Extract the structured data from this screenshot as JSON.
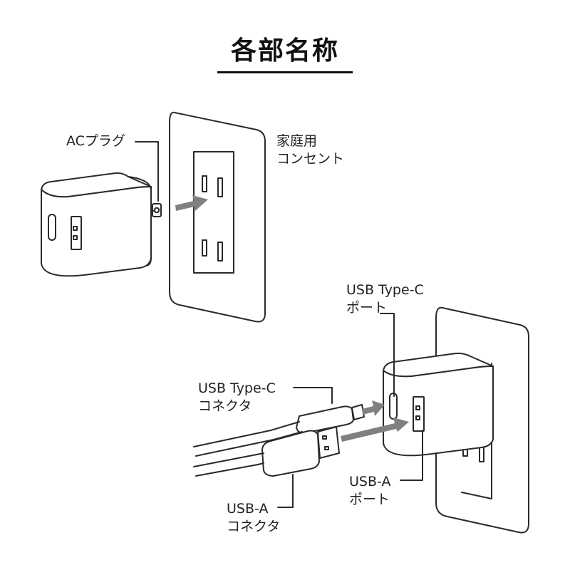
{
  "title": "各部名称",
  "labels": {
    "ac_plug": "ACプラグ",
    "outlet": [
      "家庭用",
      "コンセント"
    ],
    "usb_c_port": [
      "USB Type-C",
      "ポート"
    ],
    "usb_c_connector": [
      "USB Type-C",
      "コネクタ"
    ],
    "usb_a_port": [
      "USB-A",
      "ポート"
    ],
    "usb_a_connector": [
      "USB-A",
      "コネクタ"
    ]
  },
  "colors": {
    "line": "#2a2a2a",
    "arrow": "#808080",
    "fill": "#ffffff"
  }
}
